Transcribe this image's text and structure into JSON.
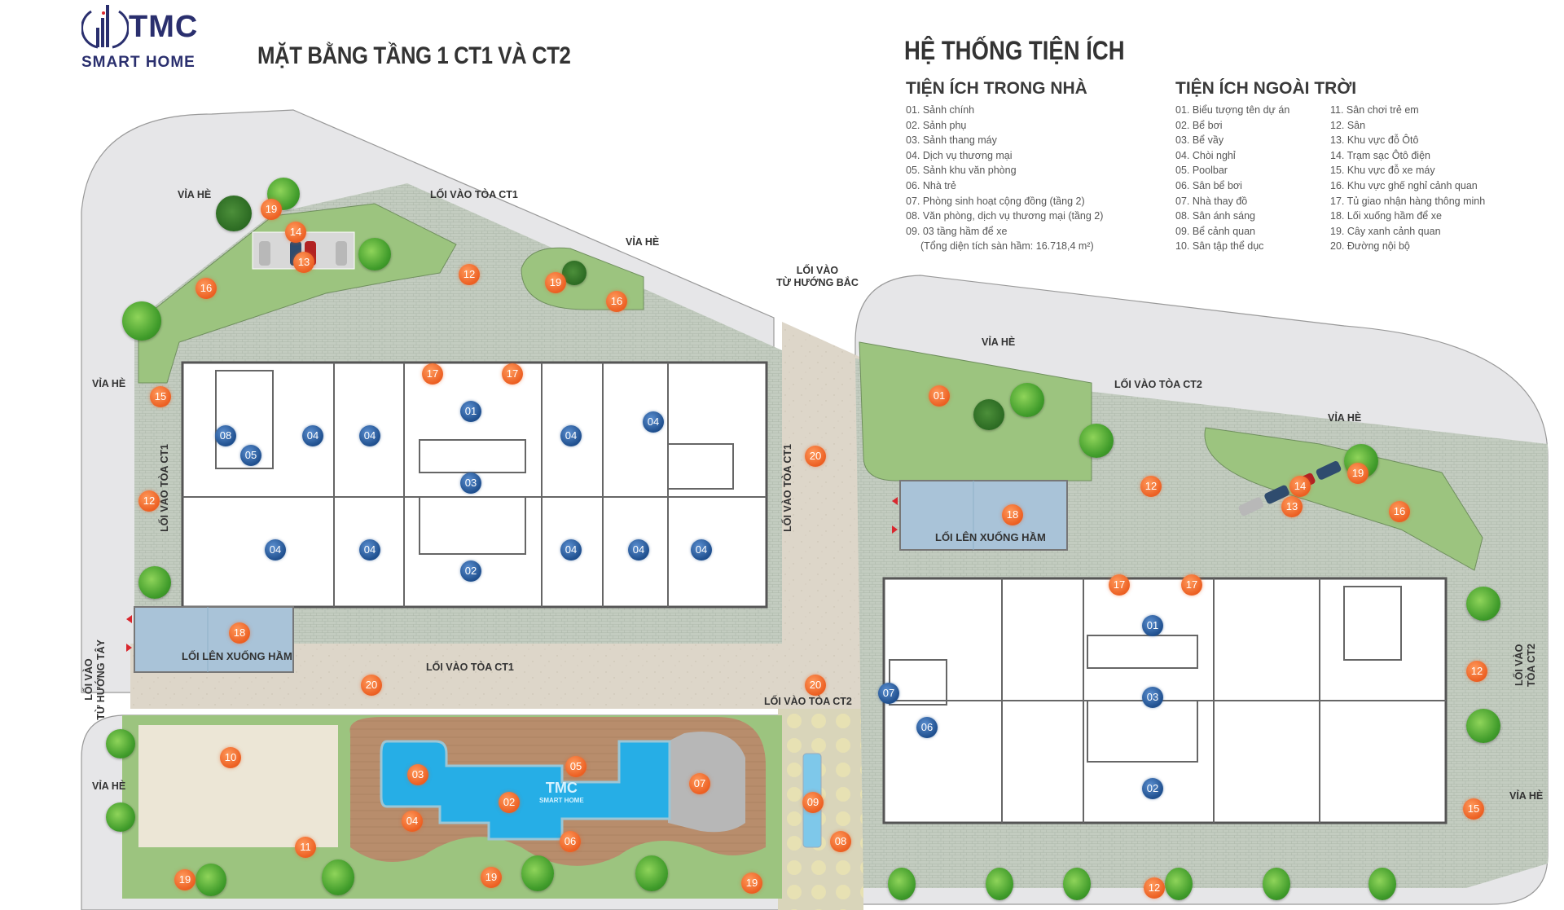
{
  "header": {
    "logo_brand": "TMC",
    "logo_sub": "SMART HOME",
    "page_title": "MẶT BẰNG TẦNG 1 CT1 VÀ CT2"
  },
  "legend": {
    "title": "HỆ THỐNG TIỆN ÍCH",
    "indoor": {
      "heading": "TIỆN ÍCH TRONG NHÀ",
      "items": [
        "01. Sảnh chính",
        "02. Sảnh phụ",
        "03. Sảnh thang máy",
        "04. Dịch vụ thương mại",
        "05. Sảnh khu văn phòng",
        "06. Nhà trẻ",
        "07. Phòng sinh hoạt cộng đồng (tầng 2)",
        "08. Văn phòng, dịch vụ thương mại (tầng 2)",
        "09. 03 tầng hầm để xe"
      ],
      "note": "(Tổng diện tích sàn hầm: 16.718,4 m²)"
    },
    "outdoor": {
      "heading": "TIỆN ÍCH NGOÀI TRỜI",
      "col1": [
        "01. Biểu tượng tên dự án",
        "02. Bể bơi",
        "03. Bể vầy",
        "04. Chòi nghỉ",
        "05. Poolbar",
        "06. Sân bể bơi",
        "07. Nhà thay đồ",
        "08. Sân ánh sáng",
        "09. Bể cảnh quan",
        "10. Sân tập thể dục"
      ],
      "col2": [
        "11. Sân chơi trẻ em",
        "12. Sân",
        "13. Khu vực đỗ Ôtô",
        "14. Trạm sạc Ôtô điện",
        "15. Khu vực đỗ xe máy",
        "16. Khu vực ghế nghỉ cảnh quan",
        "17. Tủ giao nhận hàng thông minh",
        "18. Lối xuống hầm để xe",
        "19. Cây xanh cảnh quan",
        "20. Đường nội bộ"
      ]
    }
  },
  "map_labels": {
    "via_he": "VỈA HÈ",
    "loi_vao_ct1": "LỐI VÀO TÒA CT1",
    "loi_vao_ct2": "LỐI VÀO TÒA CT2",
    "loi_vao_bac_1": "LỐI VÀO",
    "loi_vao_bac_2": "TỪ HƯỚNG BẮC",
    "loi_vao_tay_1": "LỐI VÀO",
    "loi_vao_tay_2": "TỪ HƯỚNG TÂY",
    "loi_vao_toa_1": "LỐI VÀO",
    "loi_vao_toa_ct2_2": "TÒA CT2",
    "ramp": "LỐI LÊN XUỐNG HẦM",
    "pool_logo": "TMC",
    "pool_logo_sub": "SMART HOME"
  },
  "badges": {
    "n01": "01",
    "n02": "02",
    "n03": "03",
    "n04": "04",
    "n05": "05",
    "n06": "06",
    "n07": "07",
    "n08": "08",
    "n09": "09",
    "n10": "10",
    "n11": "11",
    "n12": "12",
    "n13": "13",
    "n14": "14",
    "n15": "15",
    "n16": "16",
    "n17": "17",
    "n18": "18",
    "n19": "19",
    "n20": "20"
  },
  "colors": {
    "brand_navy": "#2a2f6e",
    "badge_orange": "#ec5f22",
    "badge_blue": "#1f4f8e",
    "sidewalk": "#e6e6e8",
    "paving": "#bcc6b8",
    "lawn": "#9cc47f",
    "road": "#ddd6c8",
    "pool": "#1aa2e0",
    "deck": "#b48a6a"
  }
}
